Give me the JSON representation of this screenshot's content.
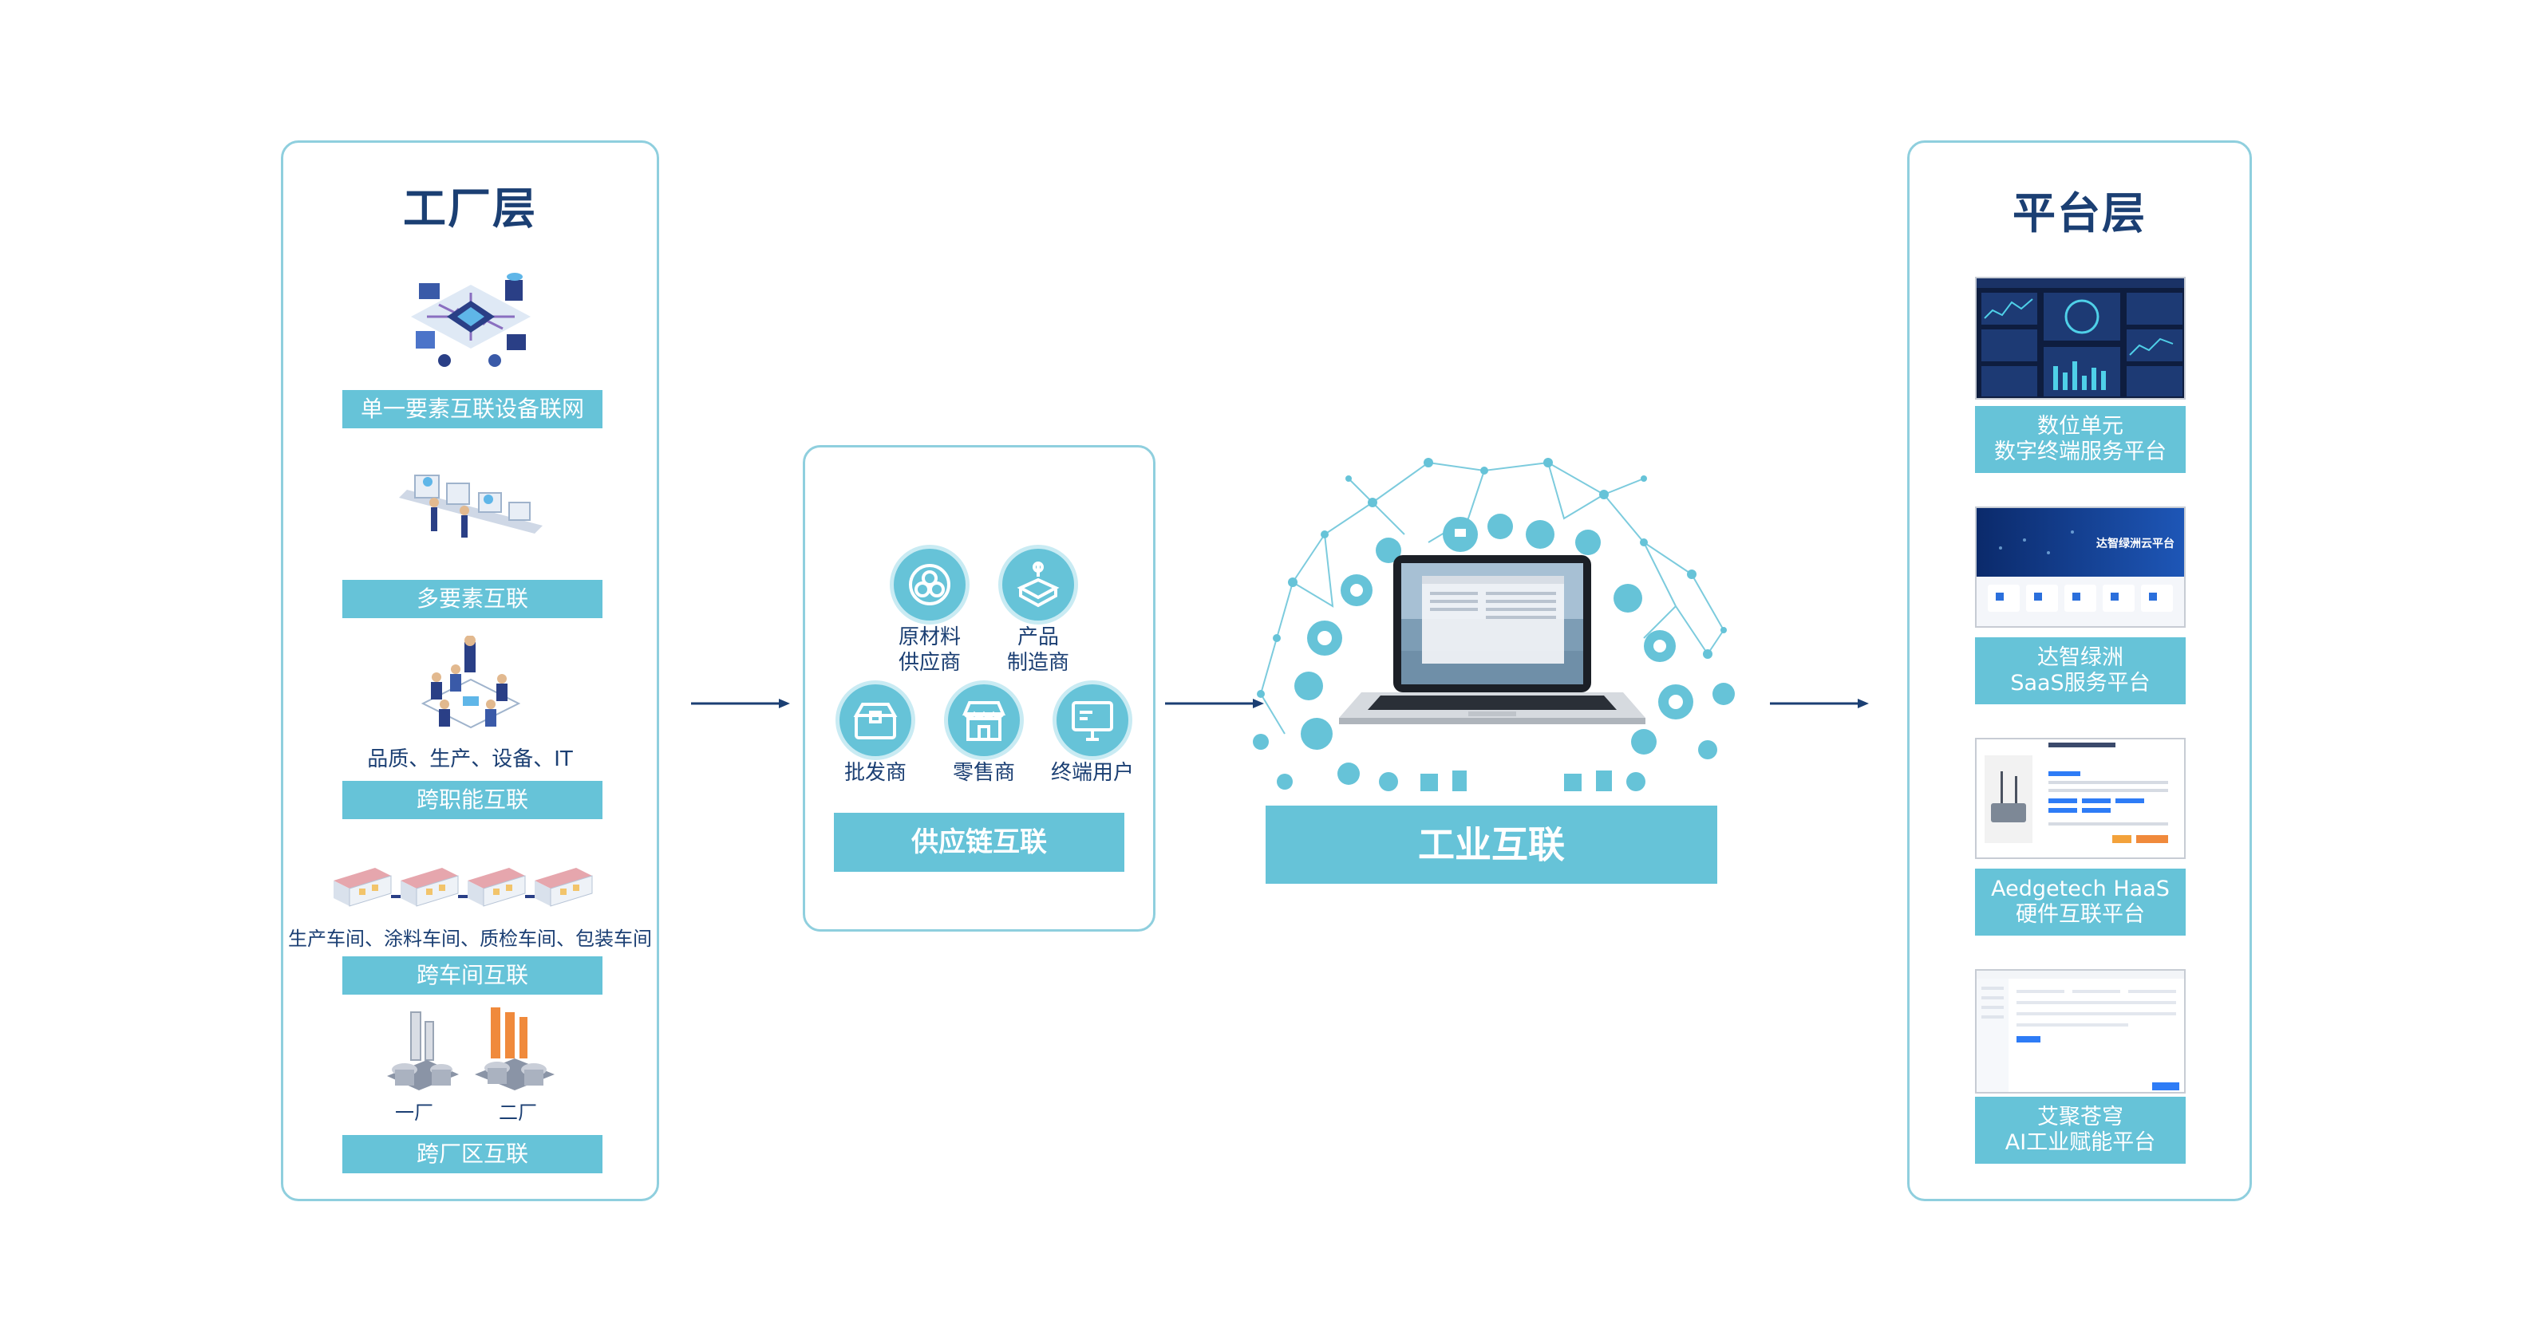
{
  "factory": {
    "title": "工厂层",
    "items": [
      {
        "bar": "单一要素互联设备联网"
      },
      {
        "bar": "多要素互联"
      },
      {
        "caption": "品质、生产、设备、IT",
        "bar": "跨职能互联"
      },
      {
        "caption": "生产车间、涂料车间、质检车间、包装车间",
        "bar": "跨车间互联"
      },
      {
        "plants": [
          "一厂",
          "二厂"
        ],
        "bar": "跨厂区互联"
      }
    ]
  },
  "supply": {
    "nodes": [
      {
        "label": "原材料\n供应商",
        "icon": "circles-icon"
      },
      {
        "label": "产品\n制造商",
        "icon": "box-pin-icon"
      },
      {
        "label": "批发商",
        "icon": "crate-icon"
      },
      {
        "label": "零售商",
        "icon": "storefront-icon"
      },
      {
        "label": "终端用户",
        "icon": "monitor-icon"
      }
    ],
    "bar": "供应链互联"
  },
  "center": {
    "bar": "工业互联"
  },
  "platform": {
    "title": "平台层",
    "items": [
      {
        "label": "数位单元\n数字终端服务平台"
      },
      {
        "label": "达智绿洲\nSaaS服务平台",
        "screenshot_title": "达智绿洲云平台"
      },
      {
        "label": "Aedgetech HaaS\n硬件互联平台"
      },
      {
        "label": "艾聚苍穹\nAI工业赋能平台"
      }
    ]
  },
  "colors": {
    "accent": "#66c3d8",
    "navy": "#1b3f73",
    "border": "#8fcfde"
  }
}
